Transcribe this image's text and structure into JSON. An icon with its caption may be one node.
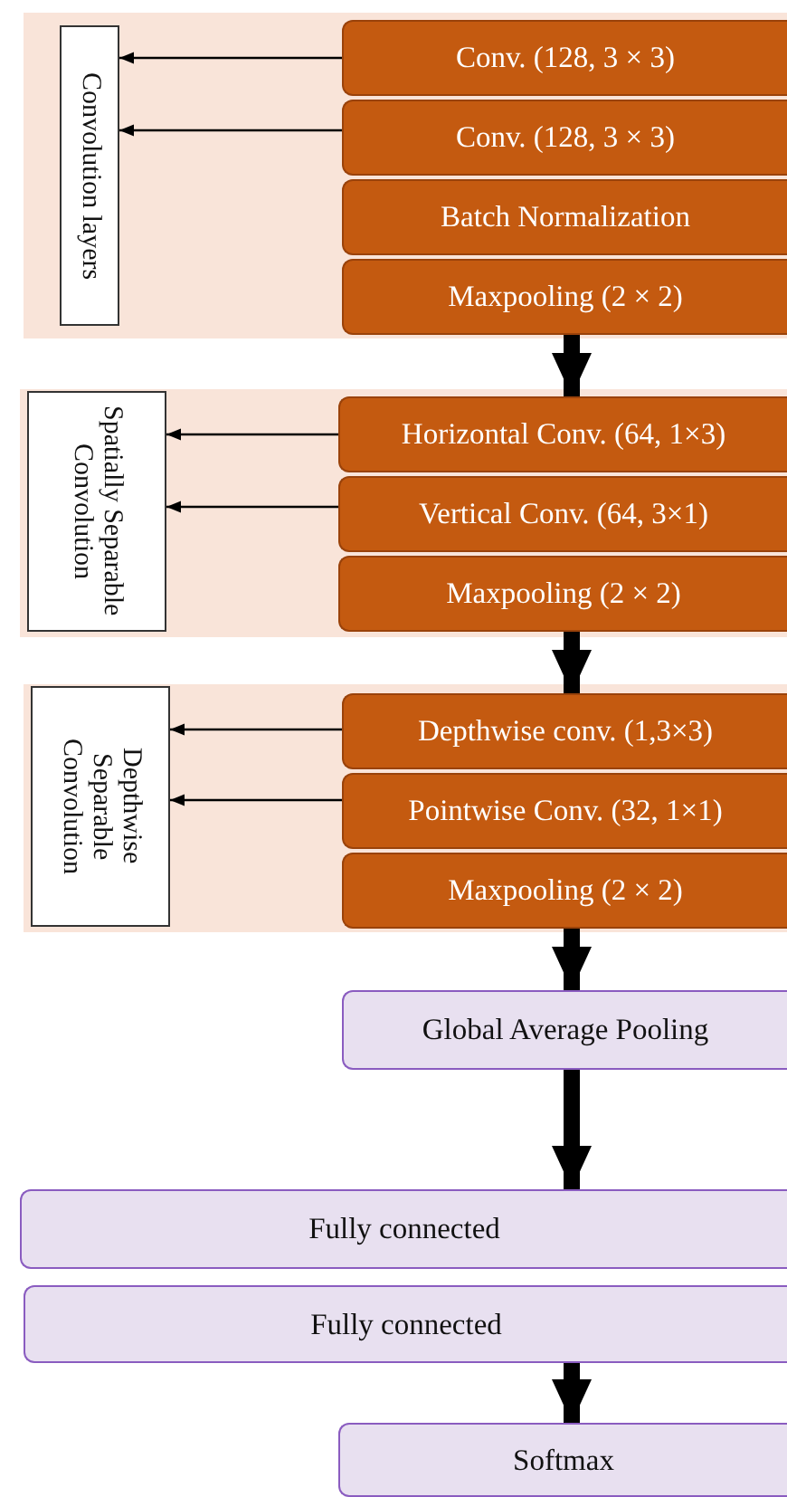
{
  "diagram": {
    "nodes": [
      {
        "text": [],
        "shape": "box"
      },
      {
        "text": [
          "Convolution layers"
        ],
        "in": 0
      },
      {
        "text": [
          "Conv. (128, 3 × 3)"
        ],
        "in": 0
      },
      {
        "text": [
          "Conv. (128, 3 × 3)"
        ],
        "in": 0
      },
      {
        "text": [
          "Batch Normalization"
        ],
        "in": 0
      },
      {
        "text": [
          "Maxpooling (2 × 2)"
        ],
        "in": 0
      },
      {
        "text": [],
        "shape": "box"
      },
      {
        "text": [
          "Spatially Separable Convolution"
        ],
        "in": 6
      },
      {
        "text": [
          "Horizontal Conv. (64, 1×3)"
        ],
        "in": 6
      },
      {
        "text": [
          "Vertical Conv. (64, 3×1)"
        ],
        "in": 6
      },
      {
        "text": [
          "Maxpooling (2 × 2)"
        ],
        "in": 6
      },
      {
        "text": [],
        "shape": "box"
      },
      {
        "text": [
          "Depthwise Separable Convolution"
        ],
        "in": 11
      },
      {
        "text": [
          "Depthwise conv. (1,3×3)"
        ],
        "in": 11
      },
      {
        "text": [
          "Pointwise Conv. (32, 1×1)"
        ],
        "in": 11
      },
      {
        "text": [
          "Maxpooling (2 × 2)"
        ],
        "in": 11
      },
      {
        "text": [
          "Global Average Pooling"
        ]
      },
      {
        "text": [
          "Fully connected"
        ]
      },
      {
        "text": [
          "Fully connected"
        ]
      },
      {
        "text": [
          "Softmax"
        ]
      }
    ],
    "edges": [
      {
        "from": 2,
        "to": 1,
        "arrow": "to"
      },
      {
        "from": 3,
        "to": 1,
        "arrow": "to"
      },
      {
        "from": 5,
        "to": 8,
        "arrow": "to",
        "style": "thick"
      },
      {
        "from": 8,
        "to": 7,
        "arrow": "to"
      },
      {
        "from": 9,
        "to": 7,
        "arrow": "to"
      },
      {
        "from": 10,
        "to": 13,
        "arrow": "to",
        "style": "thick"
      },
      {
        "from": 13,
        "to": 12,
        "arrow": "to"
      },
      {
        "from": 14,
        "to": 12,
        "arrow": "to"
      },
      {
        "from": 15,
        "to": 16,
        "arrow": "to",
        "style": "thick"
      },
      {
        "from": 16,
        "to": 17,
        "arrow": "to",
        "style": "thick"
      },
      {
        "from": 18,
        "to": 19,
        "arrow": "to",
        "style": "thick"
      }
    ]
  }
}
